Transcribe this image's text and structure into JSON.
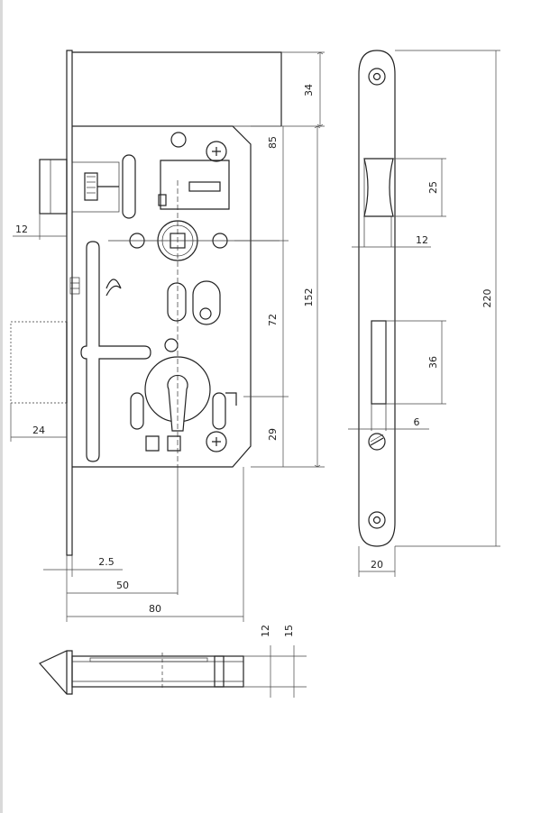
{
  "dimensions": {
    "d34": "34",
    "d85": "85",
    "d72": "72",
    "d152": "152",
    "d29": "29",
    "d12_left": "12",
    "d24": "24",
    "d2_5": "2.5",
    "d50": "50",
    "d80": "80",
    "d25": "25",
    "d12_plate": "12",
    "d36": "36",
    "d6": "6",
    "d20": "20",
    "d220": "220",
    "d12_bottom": "12",
    "d15_bottom": "15"
  }
}
